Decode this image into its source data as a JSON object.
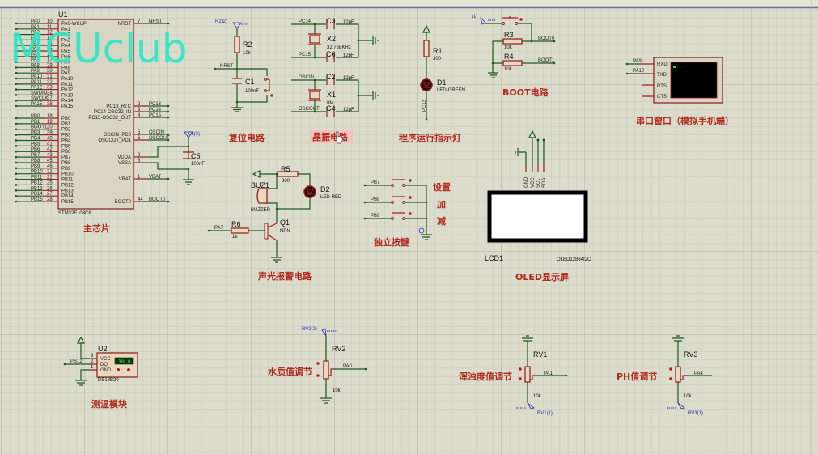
{
  "watermark": "MCUclub",
  "colors": {
    "wire": "#1e5a1e",
    "component": "#a02020",
    "title": "#b02a1e",
    "terminal": "#2a2aa8",
    "background": "#dcdccc",
    "watermark": "#2ee6c6"
  },
  "main_chip": {
    "ref": "U1",
    "part": "STM32F103C8",
    "title": "主芯片",
    "left_pins": [
      {
        "net": "PA0",
        "num": "10",
        "pin": "PA0-WKUP"
      },
      {
        "net": "PA1",
        "num": "11",
        "pin": "PA1"
      },
      {
        "net": "PA2",
        "num": "12",
        "pin": "PA2"
      },
      {
        "net": "PA3",
        "num": "13",
        "pin": "PA3"
      },
      {
        "net": "PA4",
        "num": "14",
        "pin": "PA4"
      },
      {
        "net": "PA5",
        "num": "15",
        "pin": "PA5"
      },
      {
        "net": "PA6",
        "num": "16",
        "pin": "PA6"
      },
      {
        "net": "PA7",
        "num": "17",
        "pin": "PA7"
      },
      {
        "net": "PA8",
        "num": "29",
        "pin": "PA8"
      },
      {
        "net": "PA9",
        "num": "30",
        "pin": "PA9"
      },
      {
        "net": "PA10",
        "num": "31",
        "pin": "PA10"
      },
      {
        "net": "PA11",
        "num": "32",
        "pin": "PA11"
      },
      {
        "net": "PA12",
        "num": "33",
        "pin": "PA12"
      },
      {
        "net": "SWDIO",
        "num": "34",
        "pin": "PA13"
      },
      {
        "net": "SWCLK",
        "num": "37",
        "pin": "PA14"
      },
      {
        "net": "PA15",
        "num": "38",
        "pin": "PA15"
      },
      {
        "net": "PB0",
        "num": "18",
        "pin": "PB0"
      },
      {
        "net": "PB1",
        "num": "19",
        "pin": "PB1"
      },
      {
        "net": "BOOT1",
        "num": "20",
        "pin": "PB2"
      },
      {
        "net": "PB3",
        "num": "39",
        "pin": "PB3"
      },
      {
        "net": "PB4",
        "num": "40",
        "pin": "PB4"
      },
      {
        "net": "PB5",
        "num": "41",
        "pin": "PB5"
      },
      {
        "net": "PB6",
        "num": "42",
        "pin": "PB6"
      },
      {
        "net": "PB7",
        "num": "43",
        "pin": "PB7"
      },
      {
        "net": "PB8",
        "num": "45",
        "pin": "PB8"
      },
      {
        "net": "PB9",
        "num": "46",
        "pin": "PB9"
      },
      {
        "net": "PB10",
        "num": "21",
        "pin": "PB10"
      },
      {
        "net": "PB11",
        "num": "22",
        "pin": "PB11"
      },
      {
        "net": "PB12",
        "num": "25",
        "pin": "PB12"
      },
      {
        "net": "PB13",
        "num": "26",
        "pin": "PB13"
      },
      {
        "net": "PB14",
        "num": "27",
        "pin": "PB14"
      },
      {
        "net": "PB15",
        "num": "28",
        "pin": "PB15"
      }
    ],
    "right_pins": [
      {
        "pin": "NRST",
        "num": "7",
        "net": "NRST"
      },
      {
        "pin": "PC13_RTC",
        "num": "2",
        "net": "PC13"
      },
      {
        "pin": "PC14-OSC32_IN",
        "num": "3",
        "net": "PC14"
      },
      {
        "pin": "PC15-OSC32_OUT",
        "num": "4",
        "net": "PC15"
      },
      {
        "pin": "OSCIN_PD0",
        "num": "5",
        "net": "OSCIN"
      },
      {
        "pin": "OSCOUT_PD1",
        "num": "6",
        "net": "OSCOUT"
      },
      {
        "pin": "VDDA",
        "num": "9",
        "net": ""
      },
      {
        "pin": "VSSA",
        "num": "8",
        "net": ""
      },
      {
        "pin": "VBAT",
        "num": "1",
        "net": "VBAT"
      },
      {
        "pin": "BOOT0",
        "num": "44",
        "net": "BOOT0"
      }
    ],
    "c5": {
      "ref": "C5",
      "value": "100nF",
      "terminal": "C5(2)"
    }
  },
  "reset": {
    "title": "复位电路",
    "terminal": "R2(2)",
    "r_ref": "R2",
    "r_val": "10k",
    "net": "NRST",
    "c_ref": "C1",
    "c_val": "100nF"
  },
  "crystal": {
    "title": "晶振电路",
    "x2_ref": "X2",
    "x2_val": "32.768KHz",
    "x1_ref": "X1",
    "x1_val": "8M",
    "c3": "C3",
    "c6": "C6",
    "c2": "C2",
    "c4": "C4",
    "cap_val": "12pF",
    "nets": [
      "PC14",
      "PC15",
      "OSCIN",
      "OSCOUT"
    ]
  },
  "led": {
    "title": "程序运行指示灯",
    "r_ref": "R1",
    "r_val": "300",
    "d_ref": "D1",
    "d_val": "LED-GREEN",
    "net": "PC13"
  },
  "boot": {
    "title": "BOOT电路",
    "terminal": "(1)",
    "r3": "R3",
    "r4": "R4",
    "r_val": "10k",
    "net0": "BOOT0",
    "net1": "BOOT1"
  },
  "serial": {
    "title": "串口窗口（模拟手机端）",
    "pins": [
      "RXD",
      "TXD",
      "RTS",
      "CTS"
    ],
    "nets": [
      "PA9",
      "PA10"
    ]
  },
  "alarm": {
    "title": "声光报警电路",
    "r5": "R5",
    "r5_val": "300",
    "buz": "BUZ1",
    "buz_val": "BUZZER",
    "d2": "D2",
    "d2_val": "LED-RED",
    "q1": "Q1",
    "q1_val": "NPN",
    "r6": "R6",
    "r6_val": "1k",
    "net": "PA7"
  },
  "keys": {
    "title": "独立按键",
    "nets": [
      "PB7",
      "PB8",
      "PB9"
    ],
    "labels": [
      "设置",
      "加",
      "减"
    ]
  },
  "oled": {
    "title": "OLED显示屏",
    "ref": "LCD1",
    "part": "OLED12864I2C",
    "pins": [
      "GND",
      "VCC",
      "SCL",
      "SDA"
    ]
  },
  "ds18b20": {
    "title": "测温模块",
    "ref": "U2",
    "part": "DS18B20",
    "pins": [
      "VCC",
      "DQ",
      "GND"
    ],
    "pin_nums": [
      "3",
      "2",
      "1"
    ],
    "net": "PB12",
    "reading": "30.0"
  },
  "rv2": {
    "title": "水质值调节",
    "ref": "RV2",
    "value": "10k",
    "net": "PA0",
    "terminal": "RV2(2)"
  },
  "rv1": {
    "title": "浑浊度值调节",
    "ref": "RV1",
    "value": "10k",
    "net": "PA1",
    "terminal": "RV1(1)"
  },
  "rv3": {
    "title": "PH值调节",
    "ref": "RV3",
    "value": "10k",
    "net": "PA4",
    "terminal": "RV3(1)"
  }
}
